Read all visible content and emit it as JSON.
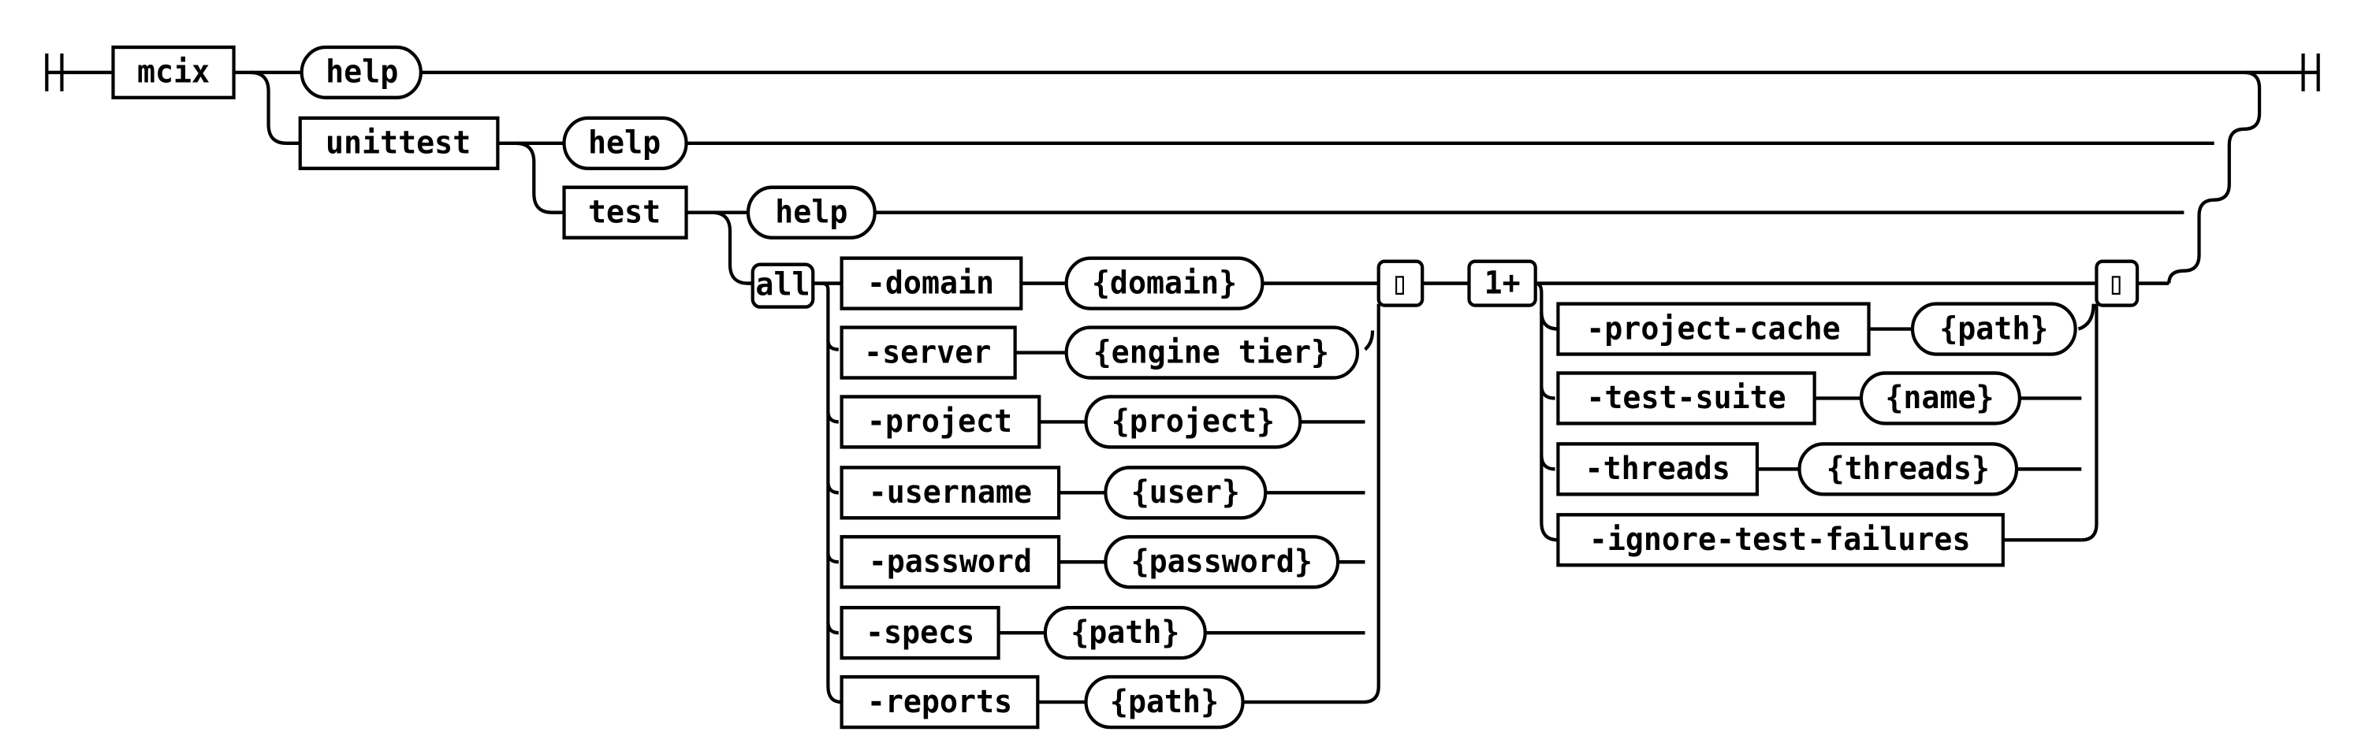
{
  "diagram": {
    "root": "mcix",
    "help": "help",
    "unittest": "unittest",
    "unittest_help": "help",
    "test": "test",
    "test_help": "help",
    "all": "all",
    "repeat_marker": "1+",
    "join_a": "▯",
    "join_b": "▯",
    "group_a": [
      {
        "option": "-domain",
        "arg": "{domain}"
      },
      {
        "option": "-server",
        "arg": "{engine tier}"
      },
      {
        "option": "-project",
        "arg": "{project}"
      },
      {
        "option": "-username",
        "arg": "{user}"
      },
      {
        "option": "-password",
        "arg": "{password}"
      },
      {
        "option": "-specs",
        "arg": "{path}"
      },
      {
        "option": "-reports",
        "arg": "{path}"
      }
    ],
    "group_b": [
      {
        "option": "-project-cache",
        "arg": "{path}"
      },
      {
        "option": "-test-suite",
        "arg": "{name}"
      },
      {
        "option": "-threads",
        "arg": "{threads}"
      },
      {
        "option": "-ignore-test-failures",
        "arg": ""
      }
    ],
    "colors": {
      "stroke": "#000000",
      "fill": "#ffffff"
    }
  }
}
